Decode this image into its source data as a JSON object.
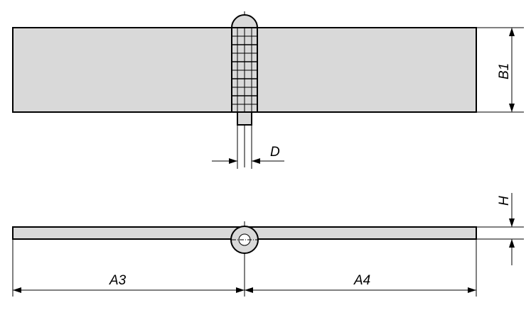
{
  "labels": {
    "b1": "B1",
    "d": "D",
    "h": "H",
    "a3": "A3",
    "a4": "A4"
  },
  "colors": {
    "plate_fill": "#d9d9d9",
    "line": "#000000",
    "background": "#ffffff"
  }
}
